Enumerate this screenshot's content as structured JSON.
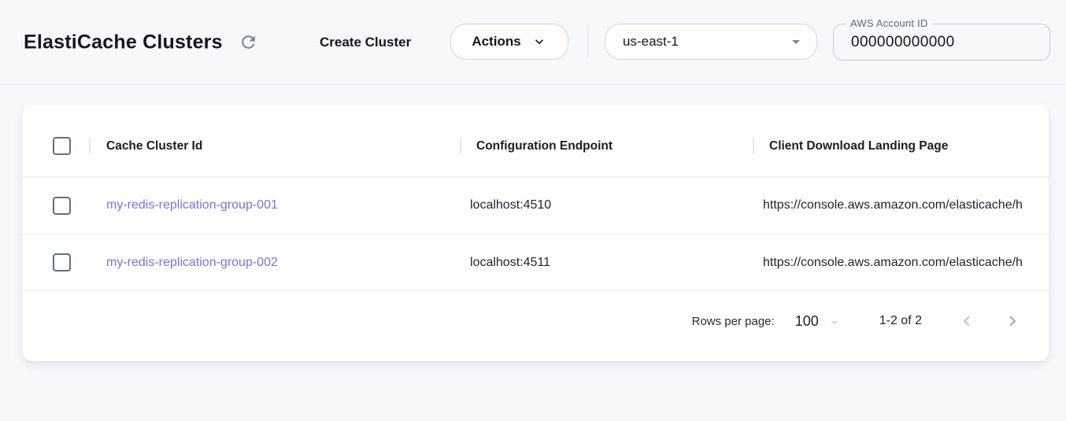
{
  "header": {
    "title": "ElastiCache Clusters",
    "create_button": "Create Cluster",
    "actions_button": "Actions",
    "region_selected": "us-east-1",
    "account_label": "AWS Account ID",
    "account_value": "000000000000"
  },
  "table": {
    "columns": [
      "Cache Cluster Id",
      "Configuration Endpoint",
      "Client Download Landing Page"
    ],
    "rows": [
      {
        "id": "my-redis-replication-group-001",
        "endpoint": "localhost:4510",
        "landing_page": "https://console.aws.amazon.com/elasticache/h"
      },
      {
        "id": "my-redis-replication-group-002",
        "endpoint": "localhost:4511",
        "landing_page": "https://console.aws.amazon.com/elasticache/h"
      }
    ]
  },
  "pagination": {
    "rows_per_page_label": "Rows per page:",
    "rows_per_page_value": "100",
    "range_label": "1-2 of 2"
  },
  "colors": {
    "page_background": "#f7f8fa",
    "card_background": "#ffffff",
    "link": "#7d70e3",
    "checkbox_border": "#5f7081",
    "divider": "#edeff1"
  }
}
